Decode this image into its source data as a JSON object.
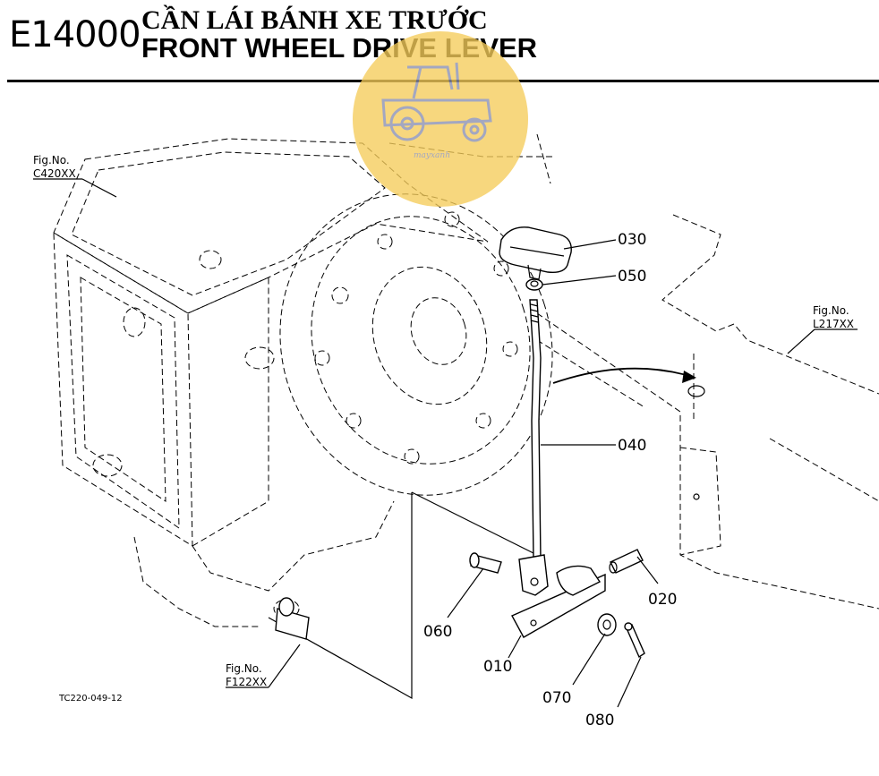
{
  "header": {
    "code": "E14000",
    "title_vi": "CẦN LÁI BÁNH XE TRƯỚC",
    "title_en": "FRONT WHEEL DRIVE LEVER"
  },
  "figure_refs": [
    {
      "label": "Fig.No.",
      "code": "C420XX"
    },
    {
      "label": "Fig.No.",
      "code": "L217XX"
    },
    {
      "label": "Fig.No.",
      "code": "F122XX"
    }
  ],
  "parts": [
    "030",
    "050",
    "040",
    "020",
    "060",
    "010",
    "070",
    "080"
  ],
  "drawing_ref": "TC220-049-12",
  "watermark": {
    "color": "#f5cc5a",
    "icon": "tractor-icon"
  }
}
